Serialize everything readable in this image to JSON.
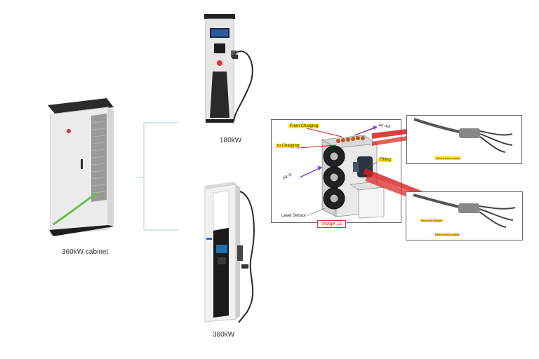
{
  "captions": {
    "cabinet": "360kW cabinet",
    "charger_small": "180kW",
    "charger_large": "360kW"
  },
  "cooling_diagram": {
    "labels": {
      "from_charging": "From Charging",
      "air_out": "Air out",
      "to_charging": "to Charging",
      "air_in": "Air in",
      "filling": "Filling",
      "level_sensor": "Level Sensor",
      "image_tag": "Image 12"
    }
  },
  "detail_panels": {
    "top_return": "Return flow coolant",
    "bottom_flow": "Flow line coolant",
    "bottom_return": "Return flow coolant"
  },
  "colors": {
    "accent_green": "#6cc04a",
    "arrow_red": "#d81e1e",
    "air_arrow": "#7b3fbf",
    "connector_line": "#b9d6e6",
    "highlight": "#ffe600"
  }
}
